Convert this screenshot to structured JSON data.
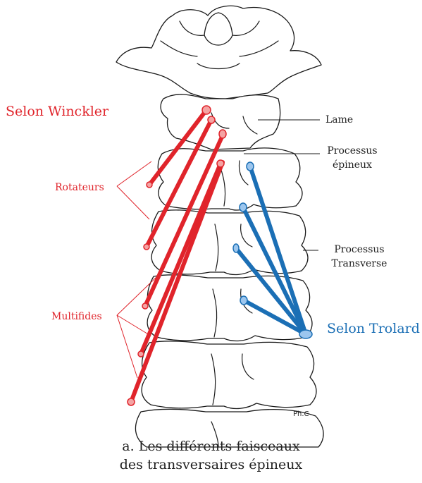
{
  "labels": {
    "winckler": "Selon Winckler",
    "trolard": "Selon Trolard",
    "rotateurs": "Rotateurs",
    "multifides": "Multifides",
    "lame": "Lame",
    "processus_epineux_1": "Processus",
    "processus_epineux_2": "épineux",
    "processus_transverse_1": "Processus",
    "processus_transverse_2": "Transverse",
    "signature": "Ph.C"
  },
  "caption": {
    "line1": "a. Les différents faisceaux",
    "line2": "des transversaires épineux"
  },
  "colors": {
    "winckler": "#e0242b",
    "trolard": "#1b6fb5",
    "bone_outline": "#1a1a1a"
  }
}
